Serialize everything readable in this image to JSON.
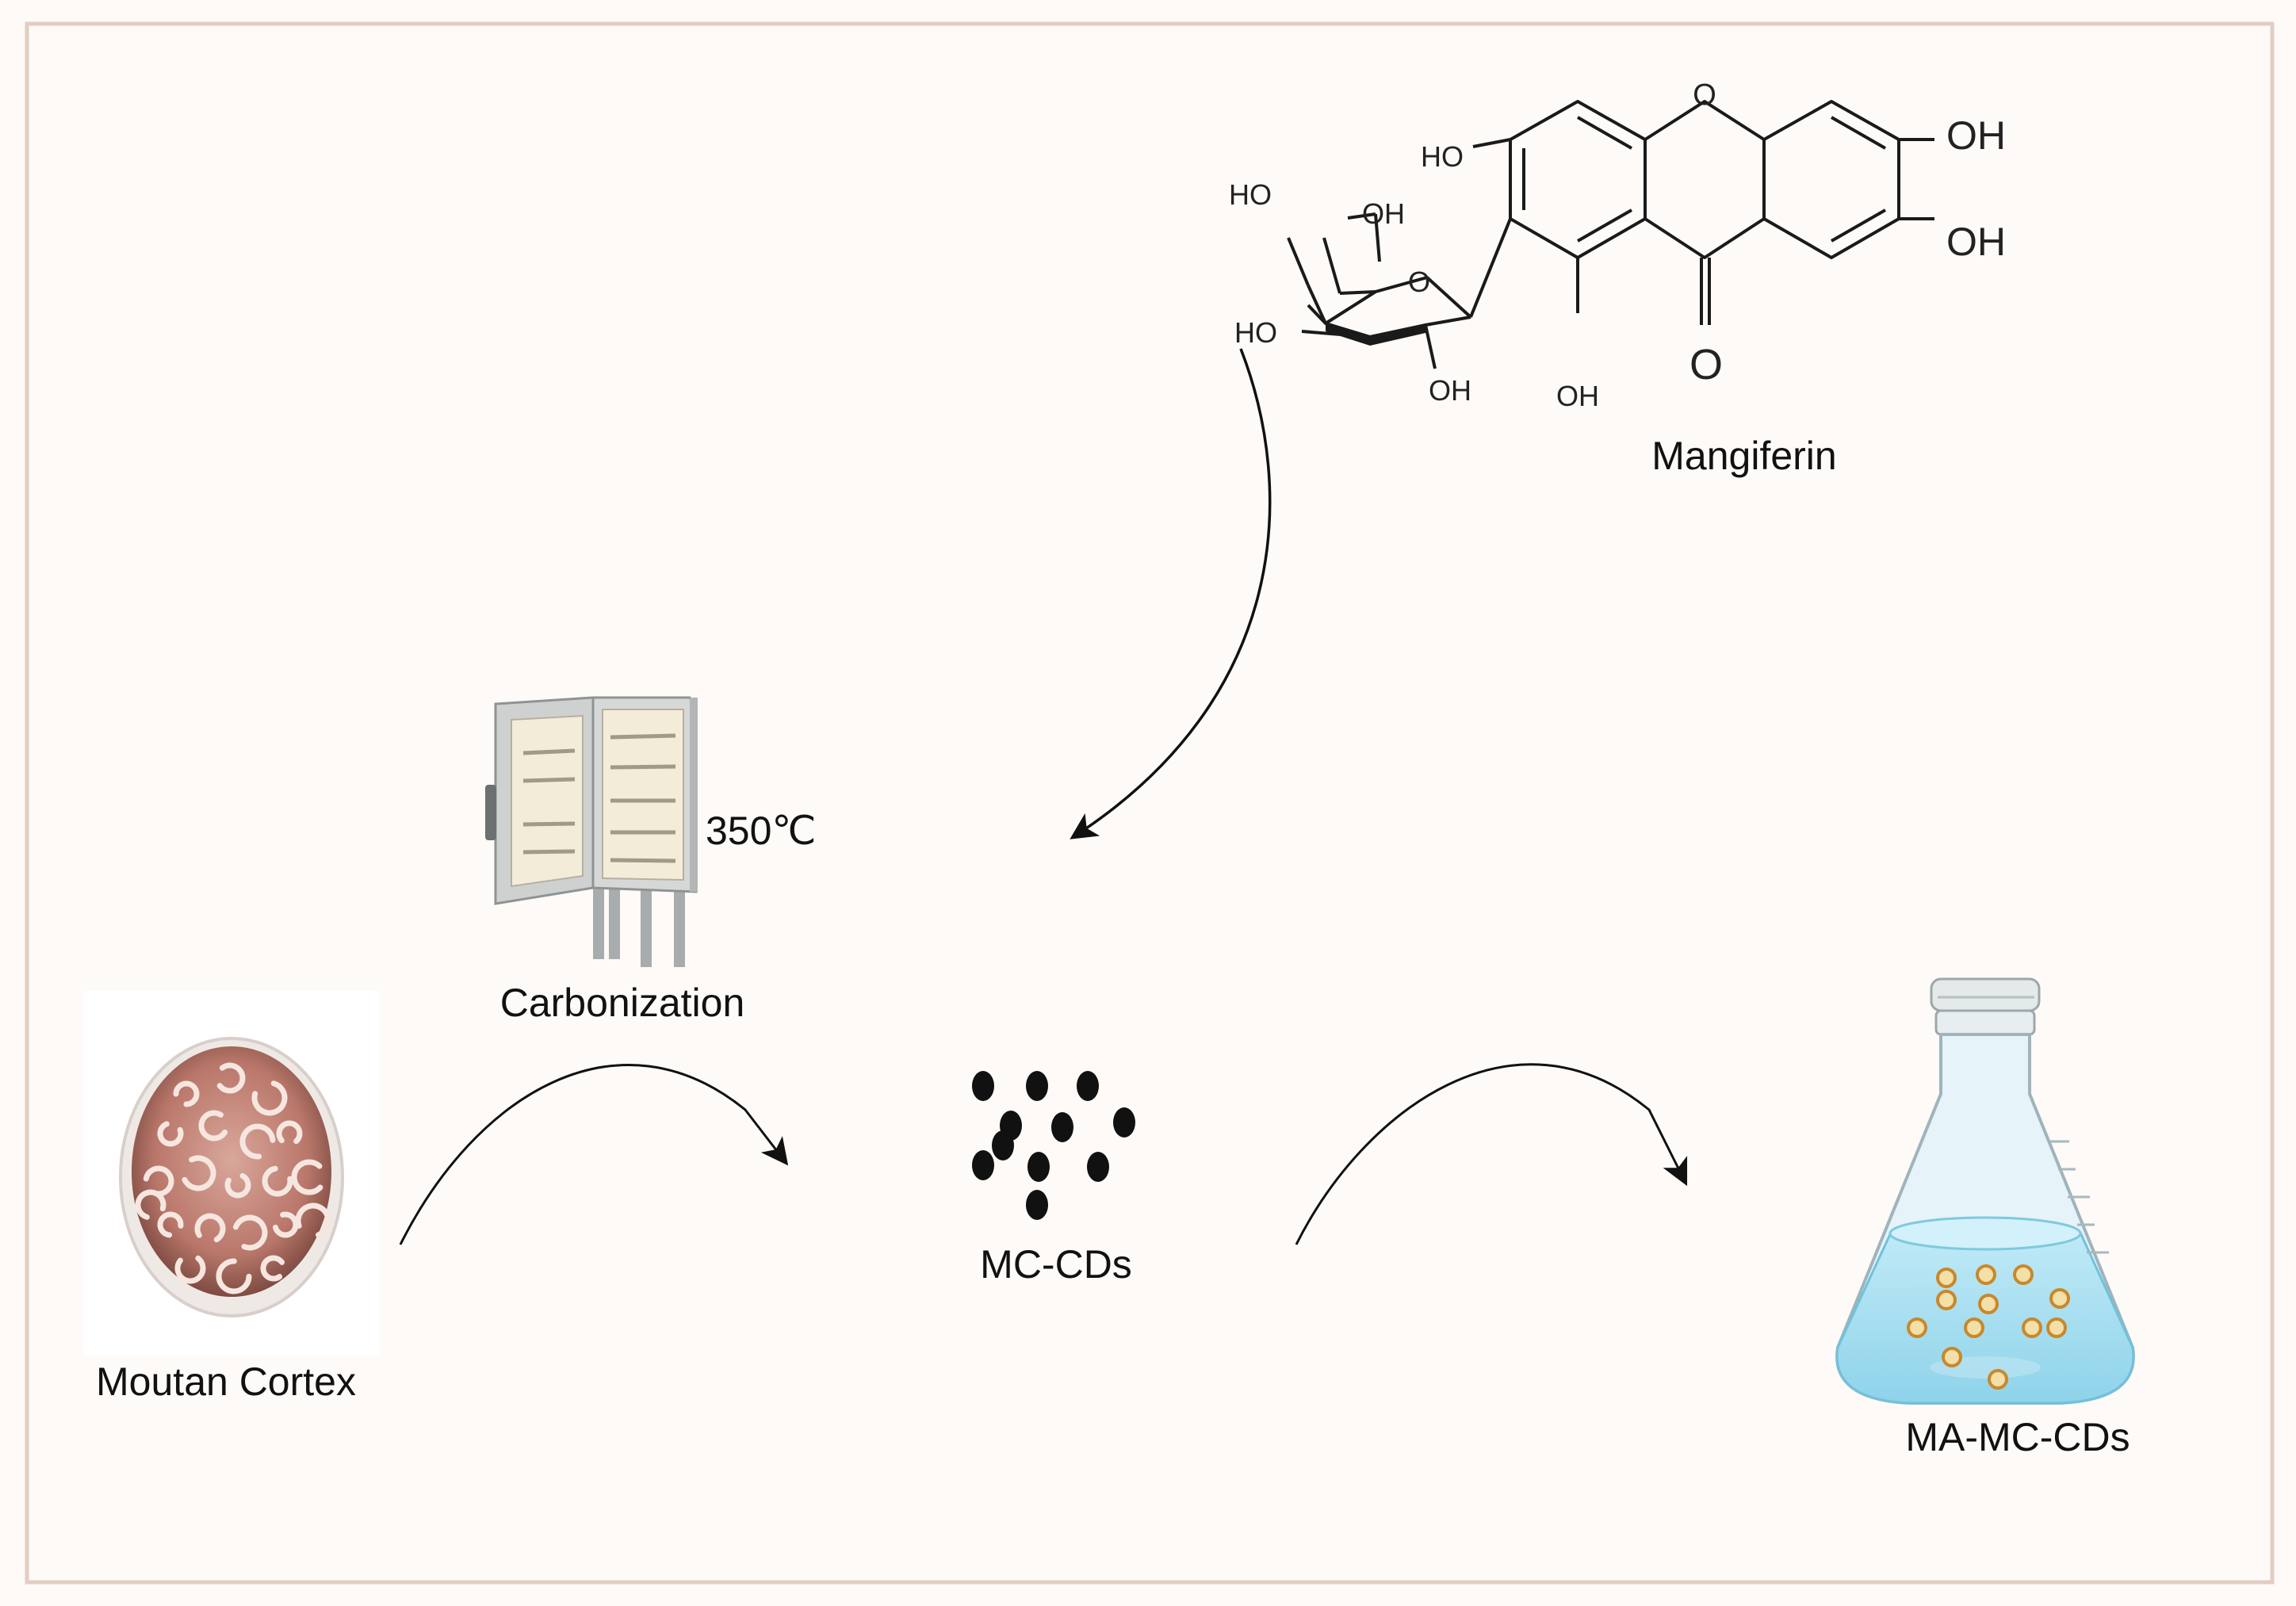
{
  "colors": {
    "page_bg": "#fdfaf7",
    "frame": "#e3cdc3",
    "ink": "#111111",
    "furnace_body": "#c9cbcb",
    "furnace_inner": "#f3ecd8",
    "water": "#aee0f0",
    "water_edge": "#6fc2dc",
    "glass": "#d9eef6",
    "particle_fill": "#f3dfa8",
    "particle_edge": "#c9882a",
    "cortex": "#c88f84"
  },
  "stages": {
    "moutan": {
      "label": "Moutan Cortex",
      "icon": "moutan-cortex-bowl-icon"
    },
    "carbonization": {
      "label": "Carbonization",
      "temperature": "350℃",
      "icon": "muffle-furnace-icon"
    },
    "mc_cds": {
      "label": "MC-CDs",
      "dot_count": 11,
      "icon": "carbon-dots-icon"
    },
    "ma_mc_cds": {
      "label": "MA-MC-CDs",
      "particle_count": 12,
      "icon": "erlenmeyer-flask-icon"
    },
    "mangiferin": {
      "label": "Mangiferin",
      "icon": "mangiferin-structure-icon",
      "atoms": {
        "ring_o": "O",
        "ketone_o": "O",
        "oh_top_right": "OH",
        "oh_mid_right": "OH",
        "ho_left": "HO",
        "oh_bottom": "OH",
        "sugar_o": "O",
        "sugar_ho_top": "HO",
        "sugar_oh_top": "OH",
        "sugar_ho_left": "HO",
        "sugar_oh_bottom": "OH"
      }
    }
  },
  "arrows": [
    "moutan-to-mccds-arrow",
    "mccds-to-mamccds-arrow",
    "mangiferin-to-mccds-arrow"
  ]
}
